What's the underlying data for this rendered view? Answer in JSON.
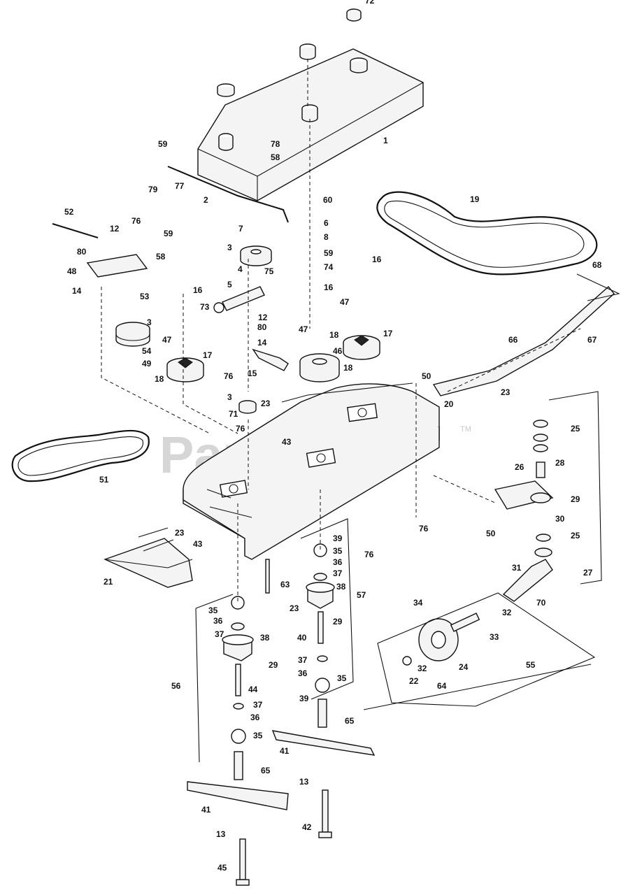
{
  "watermark": {
    "text": "PartsTree",
    "trademark": "TM"
  },
  "callouts": [
    {
      "id": "c72",
      "text": "72"
    },
    {
      "id": "c1",
      "text": "1"
    },
    {
      "id": "c59a",
      "text": "59"
    },
    {
      "id": "c78",
      "text": "78"
    },
    {
      "id": "c58a",
      "text": "58"
    },
    {
      "id": "c79",
      "text": "79"
    },
    {
      "id": "c77",
      "text": "77"
    },
    {
      "id": "c2",
      "text": "2"
    },
    {
      "id": "c60",
      "text": "60"
    },
    {
      "id": "c19",
      "text": "19"
    },
    {
      "id": "c52",
      "text": "52"
    },
    {
      "id": "c12a",
      "text": "12"
    },
    {
      "id": "c76a",
      "text": "76"
    },
    {
      "id": "c59b",
      "text": "59"
    },
    {
      "id": "c7",
      "text": "7"
    },
    {
      "id": "c6",
      "text": "6"
    },
    {
      "id": "c8",
      "text": "8"
    },
    {
      "id": "c80a",
      "text": "80"
    },
    {
      "id": "c58b",
      "text": "58"
    },
    {
      "id": "c3a",
      "text": "3"
    },
    {
      "id": "c59c",
      "text": "59"
    },
    {
      "id": "c16a",
      "text": "16"
    },
    {
      "id": "c48",
      "text": "48"
    },
    {
      "id": "c4",
      "text": "4"
    },
    {
      "id": "c75",
      "text": "75"
    },
    {
      "id": "c74",
      "text": "74"
    },
    {
      "id": "c14a",
      "text": "14"
    },
    {
      "id": "c5",
      "text": "5"
    },
    {
      "id": "c16b",
      "text": "16"
    },
    {
      "id": "c53",
      "text": "53"
    },
    {
      "id": "c16c",
      "text": "16"
    },
    {
      "id": "c73",
      "text": "73"
    },
    {
      "id": "c47a",
      "text": "47"
    },
    {
      "id": "c68",
      "text": "68"
    },
    {
      "id": "c12b",
      "text": "12"
    },
    {
      "id": "c80b",
      "text": "80"
    },
    {
      "id": "c3b",
      "text": "3"
    },
    {
      "id": "c47b",
      "text": "47"
    },
    {
      "id": "c18a",
      "text": "18"
    },
    {
      "id": "c17a",
      "text": "17"
    },
    {
      "id": "c67",
      "text": "67"
    },
    {
      "id": "c47c",
      "text": "47"
    },
    {
      "id": "c14b",
      "text": "14"
    },
    {
      "id": "c66",
      "text": "66"
    },
    {
      "id": "c54",
      "text": "54"
    },
    {
      "id": "c46",
      "text": "46"
    },
    {
      "id": "c49",
      "text": "49"
    },
    {
      "id": "c17b",
      "text": "17"
    },
    {
      "id": "c18b",
      "text": "18"
    },
    {
      "id": "c18c",
      "text": "18"
    },
    {
      "id": "c76b",
      "text": "76"
    },
    {
      "id": "c15",
      "text": "15"
    },
    {
      "id": "c50a",
      "text": "50"
    },
    {
      "id": "c23a",
      "text": "23"
    },
    {
      "id": "c3c",
      "text": "3"
    },
    {
      "id": "c23b",
      "text": "23"
    },
    {
      "id": "c20",
      "text": "20"
    },
    {
      "id": "c71",
      "text": "71"
    },
    {
      "id": "c76c",
      "text": "76"
    },
    {
      "id": "c25a",
      "text": "25"
    },
    {
      "id": "c43a",
      "text": "43"
    },
    {
      "id": "c28",
      "text": "28"
    },
    {
      "id": "c51",
      "text": "51"
    },
    {
      "id": "c26",
      "text": "26"
    },
    {
      "id": "c29a",
      "text": "29"
    },
    {
      "id": "c50b",
      "text": "50"
    },
    {
      "id": "c76d",
      "text": "76"
    },
    {
      "id": "c30",
      "text": "30"
    },
    {
      "id": "c25b",
      "text": "25"
    },
    {
      "id": "c23c",
      "text": "23"
    },
    {
      "id": "c39a",
      "text": "39"
    },
    {
      "id": "c43b",
      "text": "43"
    },
    {
      "id": "c35a",
      "text": "35"
    },
    {
      "id": "c76e",
      "text": "76"
    },
    {
      "id": "c36a",
      "text": "36"
    },
    {
      "id": "c37a",
      "text": "37"
    },
    {
      "id": "c27",
      "text": "27"
    },
    {
      "id": "c21",
      "text": "21"
    },
    {
      "id": "c38a",
      "text": "38"
    },
    {
      "id": "c31",
      "text": "31"
    },
    {
      "id": "c63",
      "text": "63"
    },
    {
      "id": "c57",
      "text": "57"
    },
    {
      "id": "c35b",
      "text": "35"
    },
    {
      "id": "c23d",
      "text": "23"
    },
    {
      "id": "c34",
      "text": "34"
    },
    {
      "id": "c70",
      "text": "70"
    },
    {
      "id": "c36b",
      "text": "36"
    },
    {
      "id": "c29b",
      "text": "29"
    },
    {
      "id": "c32a",
      "text": "32"
    },
    {
      "id": "c37b",
      "text": "37"
    },
    {
      "id": "c38b",
      "text": "38"
    },
    {
      "id": "c33",
      "text": "33"
    },
    {
      "id": "c40",
      "text": "40"
    },
    {
      "id": "c29c",
      "text": "29"
    },
    {
      "id": "c24",
      "text": "24"
    },
    {
      "id": "c37c",
      "text": "37"
    },
    {
      "id": "c56",
      "text": "56"
    },
    {
      "id": "c36c",
      "text": "36"
    },
    {
      "id": "c55",
      "text": "55"
    },
    {
      "id": "c32b",
      "text": "32"
    },
    {
      "id": "c35c",
      "text": "35"
    },
    {
      "id": "c22",
      "text": "22"
    },
    {
      "id": "c64",
      "text": "64"
    },
    {
      "id": "c44",
      "text": "44"
    },
    {
      "id": "c39b",
      "text": "39"
    },
    {
      "id": "c37d",
      "text": "37"
    },
    {
      "id": "c65a",
      "text": "65"
    },
    {
      "id": "c36d",
      "text": "36"
    },
    {
      "id": "c35d",
      "text": "35"
    },
    {
      "id": "c41a",
      "text": "41"
    },
    {
      "id": "c65b",
      "text": "65"
    },
    {
      "id": "c13a",
      "text": "13"
    },
    {
      "id": "c41b",
      "text": "41"
    },
    {
      "id": "c42",
      "text": "42"
    },
    {
      "id": "c13b",
      "text": "13"
    },
    {
      "id": "c45",
      "text": "45"
    }
  ]
}
